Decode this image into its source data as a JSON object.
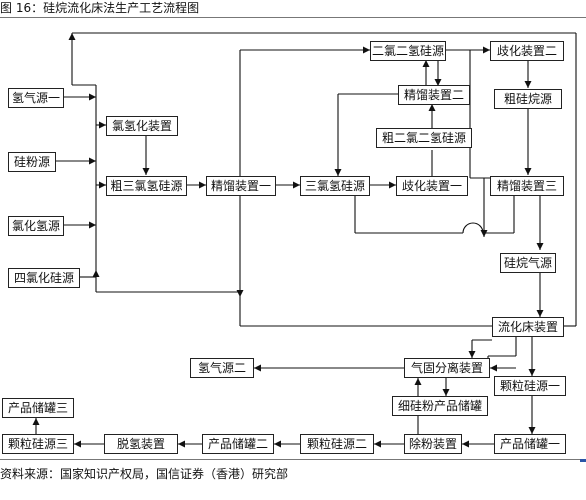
{
  "figure": {
    "title": "图 16：硅烷流化床法生产工艺流程图",
    "source": "资料来源：国家知识产权局，国信证券（香港）研究部"
  },
  "nodes": {
    "hydrogen_source_1": "氢气源一",
    "silicon_powder_source": "硅粉源",
    "hydrogen_chloride_source": "氯化氢源",
    "silicon_tetrachloride_source": "四氯化硅源",
    "hydrochlorination_unit": "氯氢化装置",
    "crude_trichlorosilane_source": "粗三氯氢硅源",
    "distillation_unit_1": "精馏装置一",
    "trichlorosilane": "三氯氢硅源",
    "disproportionation_unit_1": "歧化装置一",
    "crude_dichlorosilane_source": "粗二氯二氢硅源",
    "distillation_unit_2": "精馏装置二",
    "dichlorosilane": "二氯二氢硅源",
    "disproportionation_unit_2": "歧化装置二",
    "crude_silane_source": "粗硅烷源",
    "distillation_unit_3": "精馏装置三",
    "silane_gas_source": "硅烷气源",
    "fluidized_bed_unit": "流化床装置",
    "hydrogen_source_2": "氢气源二",
    "gas_solid_separation_unit": "气固分离装置",
    "fine_silicon_powder_storage": "细硅粉产品储罐",
    "granular_silicon_source_1": "颗粒硅源一",
    "product_tank_1": "产品储罐一",
    "dust_removal_unit": "除粉装置",
    "granular_silicon_source_2": "颗粒硅源二",
    "product_tank_2": "产品储罐二",
    "dehydrogenation_unit": "脱氢装置",
    "granular_silicon_source_3": "颗粒硅源三",
    "product_tank_3": "产品储罐三"
  }
}
